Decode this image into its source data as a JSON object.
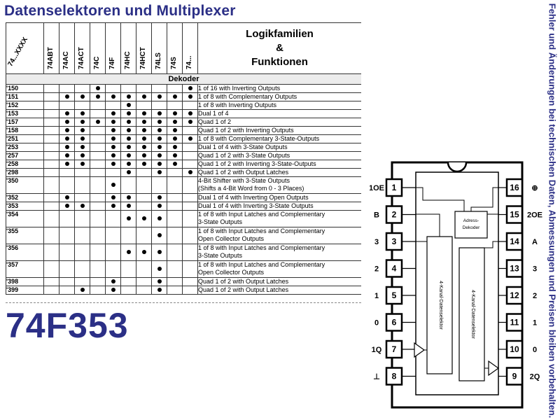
{
  "header": {
    "title": "Datenselektoren und Multiplexer"
  },
  "side_note": "Fehler und Änderungen bei technischen Daten, Abmessungen und Preisen bleiben vorbehalten.",
  "part_number": "74F353",
  "table": {
    "corner_label": "74...XXXX",
    "families": [
      "74ABT",
      "74AC",
      "74ACT",
      "74C",
      "74F",
      "74HC",
      "74HCT",
      "74LS",
      "74S",
      "74..."
    ],
    "functions_header": [
      "Logikfamilien",
      "&",
      "Funktionen"
    ],
    "section_label": "Dekoder",
    "rows": [
      {
        "code": "'150",
        "marks": [
          0,
          0,
          0,
          1,
          0,
          0,
          0,
          0,
          0,
          1
        ],
        "desc": [
          "1 of 16 with Inverting Outputs"
        ]
      },
      {
        "code": "'151",
        "marks": [
          0,
          1,
          1,
          1,
          1,
          1,
          1,
          1,
          1,
          1
        ],
        "desc": [
          "1 of 8 with Complementary Outputs"
        ]
      },
      {
        "code": "'152",
        "marks": [
          0,
          0,
          0,
          0,
          0,
          1,
          0,
          0,
          0,
          0
        ],
        "desc": [
          "1 of 8 with Inverting Outputs"
        ]
      },
      {
        "code": "'153",
        "marks": [
          0,
          1,
          1,
          0,
          1,
          1,
          1,
          1,
          1,
          1
        ],
        "desc": [
          "Dual 1 of 4"
        ]
      },
      {
        "code": "'157",
        "marks": [
          0,
          1,
          1,
          1,
          1,
          1,
          1,
          1,
          1,
          1
        ],
        "desc": [
          "Quad 1 of 2"
        ]
      },
      {
        "code": "'158",
        "marks": [
          0,
          1,
          1,
          0,
          1,
          1,
          1,
          1,
          1,
          0
        ],
        "desc": [
          "Quad 1 of 2 with Inverting Outputs"
        ]
      },
      {
        "code": "'251",
        "marks": [
          0,
          1,
          1,
          0,
          1,
          1,
          1,
          1,
          1,
          1
        ],
        "desc": [
          "1 of 8 with Complementary 3-State-Outputs"
        ]
      },
      {
        "code": "'253",
        "marks": [
          0,
          1,
          1,
          0,
          1,
          1,
          1,
          1,
          1,
          0
        ],
        "desc": [
          "Dual 1 of 4 with 3-State Outputs"
        ]
      },
      {
        "code": "'257",
        "marks": [
          0,
          1,
          1,
          0,
          1,
          1,
          1,
          1,
          1,
          0
        ],
        "desc": [
          "Quad 1 of 2 with 3-State Outputs"
        ]
      },
      {
        "code": "'258",
        "marks": [
          0,
          1,
          1,
          0,
          1,
          1,
          1,
          1,
          1,
          0
        ],
        "desc": [
          "Quad 1 of 2 with Inverting 3-State-Outputs"
        ]
      },
      {
        "code": "'298",
        "marks": [
          0,
          0,
          0,
          0,
          0,
          1,
          0,
          1,
          0,
          1
        ],
        "desc": [
          "Quad 1 of 2 with Output Latches"
        ]
      },
      {
        "code": "'350",
        "marks": [
          0,
          0,
          0,
          0,
          1,
          0,
          0,
          0,
          0,
          0
        ],
        "desc": [
          "4-Bit Shifter with 3-State Outputs",
          "(Shifts a 4-Bit Word from 0 - 3 Places)"
        ]
      },
      {
        "code": "'352",
        "marks": [
          0,
          1,
          0,
          0,
          1,
          1,
          0,
          1,
          0,
          0
        ],
        "desc": [
          "Dual 1 of 4 with Inverting Open Outputs"
        ]
      },
      {
        "code": "'353",
        "marks": [
          0,
          1,
          1,
          0,
          1,
          1,
          0,
          1,
          0,
          0
        ],
        "desc": [
          "Dual 1 of 4 with Inverting 3-State Outputs"
        ]
      },
      {
        "code": "'354",
        "marks": [
          0,
          0,
          0,
          0,
          0,
          1,
          1,
          1,
          0,
          0
        ],
        "desc": [
          "1 of 8 with Input Latches and Complementary",
          "3-State Outputs"
        ]
      },
      {
        "code": "'355",
        "marks": [
          0,
          0,
          0,
          0,
          0,
          0,
          0,
          1,
          0,
          0
        ],
        "desc": [
          "1 of 8 with Input Latches and Complementary",
          "Open Collector Outputs"
        ]
      },
      {
        "code": "'356",
        "marks": [
          0,
          0,
          0,
          0,
          0,
          1,
          1,
          1,
          0,
          0
        ],
        "desc": [
          "1 of 8 with Input Latches and Complementary",
          "3-State Outputs"
        ]
      },
      {
        "code": "'357",
        "marks": [
          0,
          0,
          0,
          0,
          0,
          0,
          0,
          1,
          0,
          0
        ],
        "desc": [
          "1 of 8 with Input Latches and Complementary",
          "Open Collector Outputs"
        ]
      },
      {
        "code": "'398",
        "marks": [
          0,
          0,
          0,
          0,
          1,
          0,
          0,
          1,
          0,
          0
        ],
        "desc": [
          "Quad 1 of 2 with Output Latches"
        ]
      },
      {
        "code": "'399",
        "marks": [
          0,
          0,
          1,
          0,
          1,
          0,
          0,
          1,
          0,
          0
        ],
        "desc": [
          "Quad 1 of 2 with Output Latches"
        ]
      }
    ]
  },
  "pinout": {
    "left_pins": [
      {
        "num": "1",
        "label": "1OE"
      },
      {
        "num": "2",
        "label": "B"
      },
      {
        "num": "3",
        "label": "3"
      },
      {
        "num": "4",
        "label": "2"
      },
      {
        "num": "5",
        "label": "1"
      },
      {
        "num": "6",
        "label": "0"
      },
      {
        "num": "7",
        "label": "1Q"
      },
      {
        "num": "8",
        "label": "⊥"
      }
    ],
    "right_pins": [
      {
        "num": "16",
        "label": "⊕"
      },
      {
        "num": "15",
        "label": "2OE"
      },
      {
        "num": "14",
        "label": "A"
      },
      {
        "num": "13",
        "label": "3"
      },
      {
        "num": "12",
        "label": "2"
      },
      {
        "num": "11",
        "label": "1"
      },
      {
        "num": "10",
        "label": "0"
      },
      {
        "num": "9",
        "label": "2Q"
      }
    ],
    "decoder_label": [
      "Adress-",
      "Dekoder"
    ],
    "mux_left_label": "4-Kanal-Datenselektor",
    "mux_right_label": "4-Kanal-Datenselektor"
  }
}
